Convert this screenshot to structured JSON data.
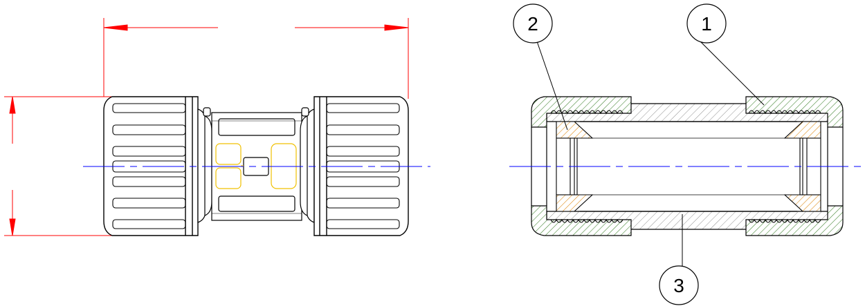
{
  "colors": {
    "dimension": "#ff0000",
    "centerline": "#0000ff",
    "outline": "#000000",
    "nut_hatch": "#4a8a3a",
    "ring_hatch": "#e09020",
    "body_hatch": "#808080",
    "label": "#f0c000",
    "background": "#ffffff"
  },
  "callouts": [
    {
      "id": "1",
      "text": "1"
    },
    {
      "id": "2",
      "text": "2"
    },
    {
      "id": "3",
      "text": "3"
    }
  ]
}
